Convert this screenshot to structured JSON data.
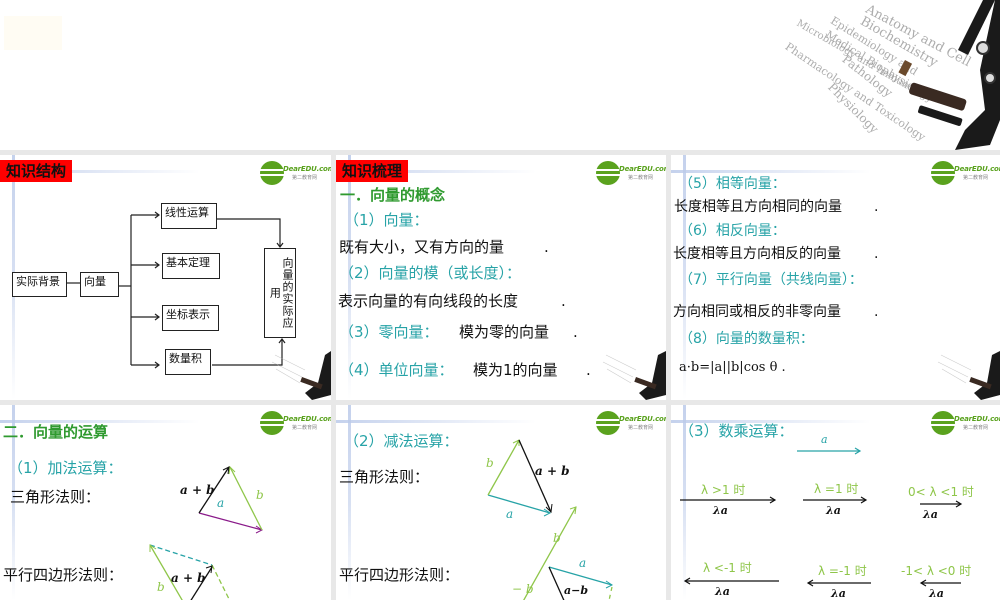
{
  "banner": {
    "decorative_text": [
      "Anatomy and Cell",
      "Biochemistry",
      "Epidemiology and",
      "Medical Biophysics",
      "Microbiology and Immunology",
      "Pathology",
      "Pharmacology and Toxicology",
      "Physiology"
    ]
  },
  "logo": {
    "brand": "DearEDU.com",
    "sub": "第二教育网"
  },
  "slides": [
    {
      "tag": "知识结构",
      "diagram": {
        "background": "实际背景",
        "vector": "向量",
        "branches": [
          "线性运算",
          "基本定理",
          "坐标表示",
          "数量积"
        ],
        "application": "向量的实际应用"
      }
    },
    {
      "tag": "知识梳理",
      "heading": "一．向量的概念",
      "items": [
        {
          "label": "（1）向量：",
          "body": "既有大小，又有方向的量",
          "tail": "."
        },
        {
          "label": "（2）向量的模（或长度）：",
          "body": "表示向量的有向线段的长度",
          "tail": "."
        },
        {
          "label": "（3）零向量：",
          "body": "模为零的向量",
          "tail": "."
        },
        {
          "label": "（4）单位向量：",
          "body": "模为1的向量",
          "tail": "."
        }
      ]
    },
    {
      "items": [
        {
          "label": "（5）相等向量：",
          "body": "长度相等且方向相同的向量",
          "tail": "."
        },
        {
          "label": "（6）相反向量：",
          "body": "长度相等且方向相反的向量",
          "tail": "."
        },
        {
          "label": "（7）平行向量（共线向量）：",
          "body": "方向相同或相反的非零向量",
          "tail": "."
        },
        {
          "label": "（8）向量的数量积：",
          "body": "a·b=|a||b|cos θ ."
        }
      ]
    },
    {
      "heading": "二．向量的运算",
      "sub": "（1）加法运算：",
      "rule1": "三角形法则：",
      "rule2": "平行四边形法则：",
      "labels": {
        "sum": "a + b",
        "a": "a",
        "b": "b"
      }
    },
    {
      "sub": "（2）减法运算：",
      "rule1": "三角形法则：",
      "rule2": "平行四边形法则：",
      "labels": {
        "sum": "a + b",
        "a": "a",
        "b": "b",
        "neg_b": "− b",
        "diff": "a−b"
      }
    },
    {
      "sub": "（3）数乘运算：",
      "base_label": "a",
      "cases": [
        {
          "cond": "λ >1 时",
          "label": "λa"
        },
        {
          "cond": "λ =1 时",
          "label": "λa"
        },
        {
          "cond": "0< λ <1 时",
          "label": "λa"
        },
        {
          "cond": "λ <-1 时",
          "label": "λa"
        },
        {
          "cond": "λ =-1 时",
          "label": "λa"
        },
        {
          "cond": "-1< λ <0 时",
          "label": "λa"
        }
      ]
    }
  ],
  "colors": {
    "tag_red": "#ff0000",
    "heading_green": "#2f9a2f",
    "label_teal": "#27a3a7",
    "vector_green": "#8fc64a",
    "vector_purple": "#8a1a8a",
    "gap_gray": "#e8e8e8"
  }
}
